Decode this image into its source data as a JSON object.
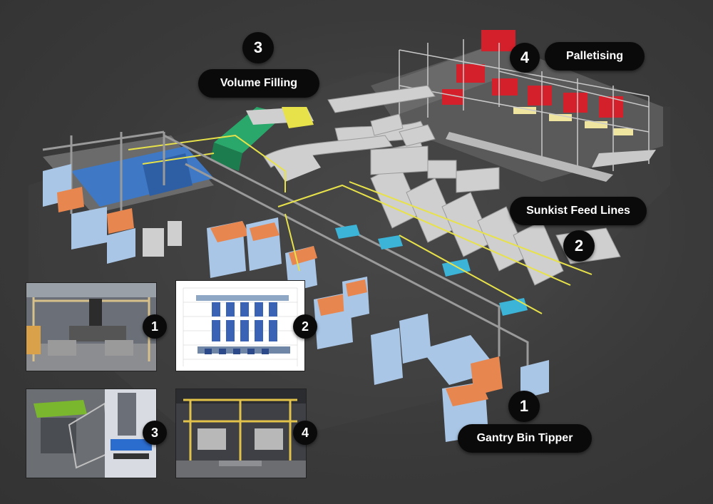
{
  "labels": {
    "volume_filling": "Volume Filling",
    "palletising": "Palletising",
    "sunkist_feed_lines": "Sunkist Feed Lines",
    "gantry_bin_tipper": "Gantry Bin Tipper"
  },
  "numbers": {
    "volume_filling": "3",
    "palletising": "4",
    "sunkist_feed_lines": "2",
    "gantry_bin_tipper": "1"
  },
  "thumbnails": [
    {
      "number": "1",
      "icon": "gantry-bin-tipper-photo"
    },
    {
      "number": "2",
      "icon": "feed-line-drawing"
    },
    {
      "number": "3",
      "icon": "volume-filler-photo"
    },
    {
      "number": "4",
      "icon": "palletiser-photo"
    }
  ],
  "colors": {
    "background": "#3a3a3a",
    "pill": "#0a0a0a",
    "bin_blue": "#a9c6e6",
    "bin_lid": "#e8864f",
    "rail_yellow": "#e8e24a",
    "pallet_red": "#d3202a"
  }
}
